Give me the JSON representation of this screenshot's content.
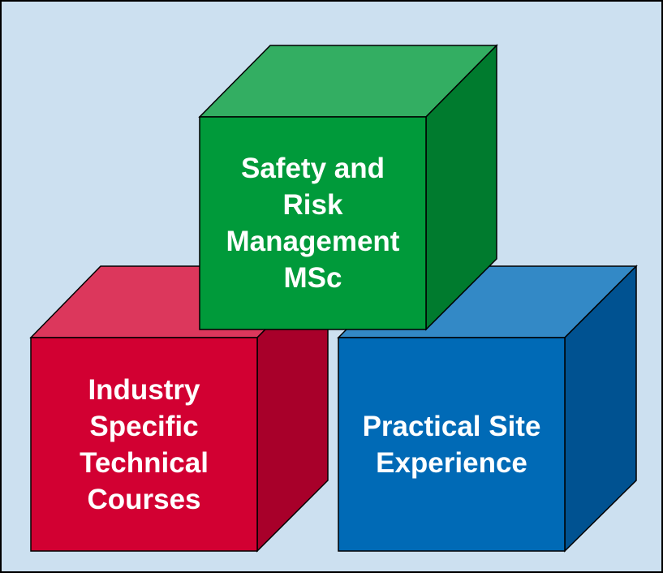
{
  "diagram": {
    "background": "#cce0f0",
    "border_color": "#000000",
    "cubes": [
      {
        "id": "industry",
        "lines": [
          "Industry",
          "Specific",
          "Technical",
          "Courses"
        ],
        "colors": {
          "front": "#d20032",
          "top": "#dc375c",
          "side": "#a8002a"
        }
      },
      {
        "id": "practical",
        "lines": [
          "Practical Site",
          "Experience"
        ],
        "colors": {
          "front": "#006ab6",
          "top": "#3389c6",
          "side": "#005291"
        }
      },
      {
        "id": "safety",
        "lines": [
          "Safety and",
          "Risk",
          "Management",
          "MSc"
        ],
        "colors": {
          "front": "#009a3a",
          "top": "#33ae62",
          "side": "#007b2e"
        }
      }
    ]
  }
}
